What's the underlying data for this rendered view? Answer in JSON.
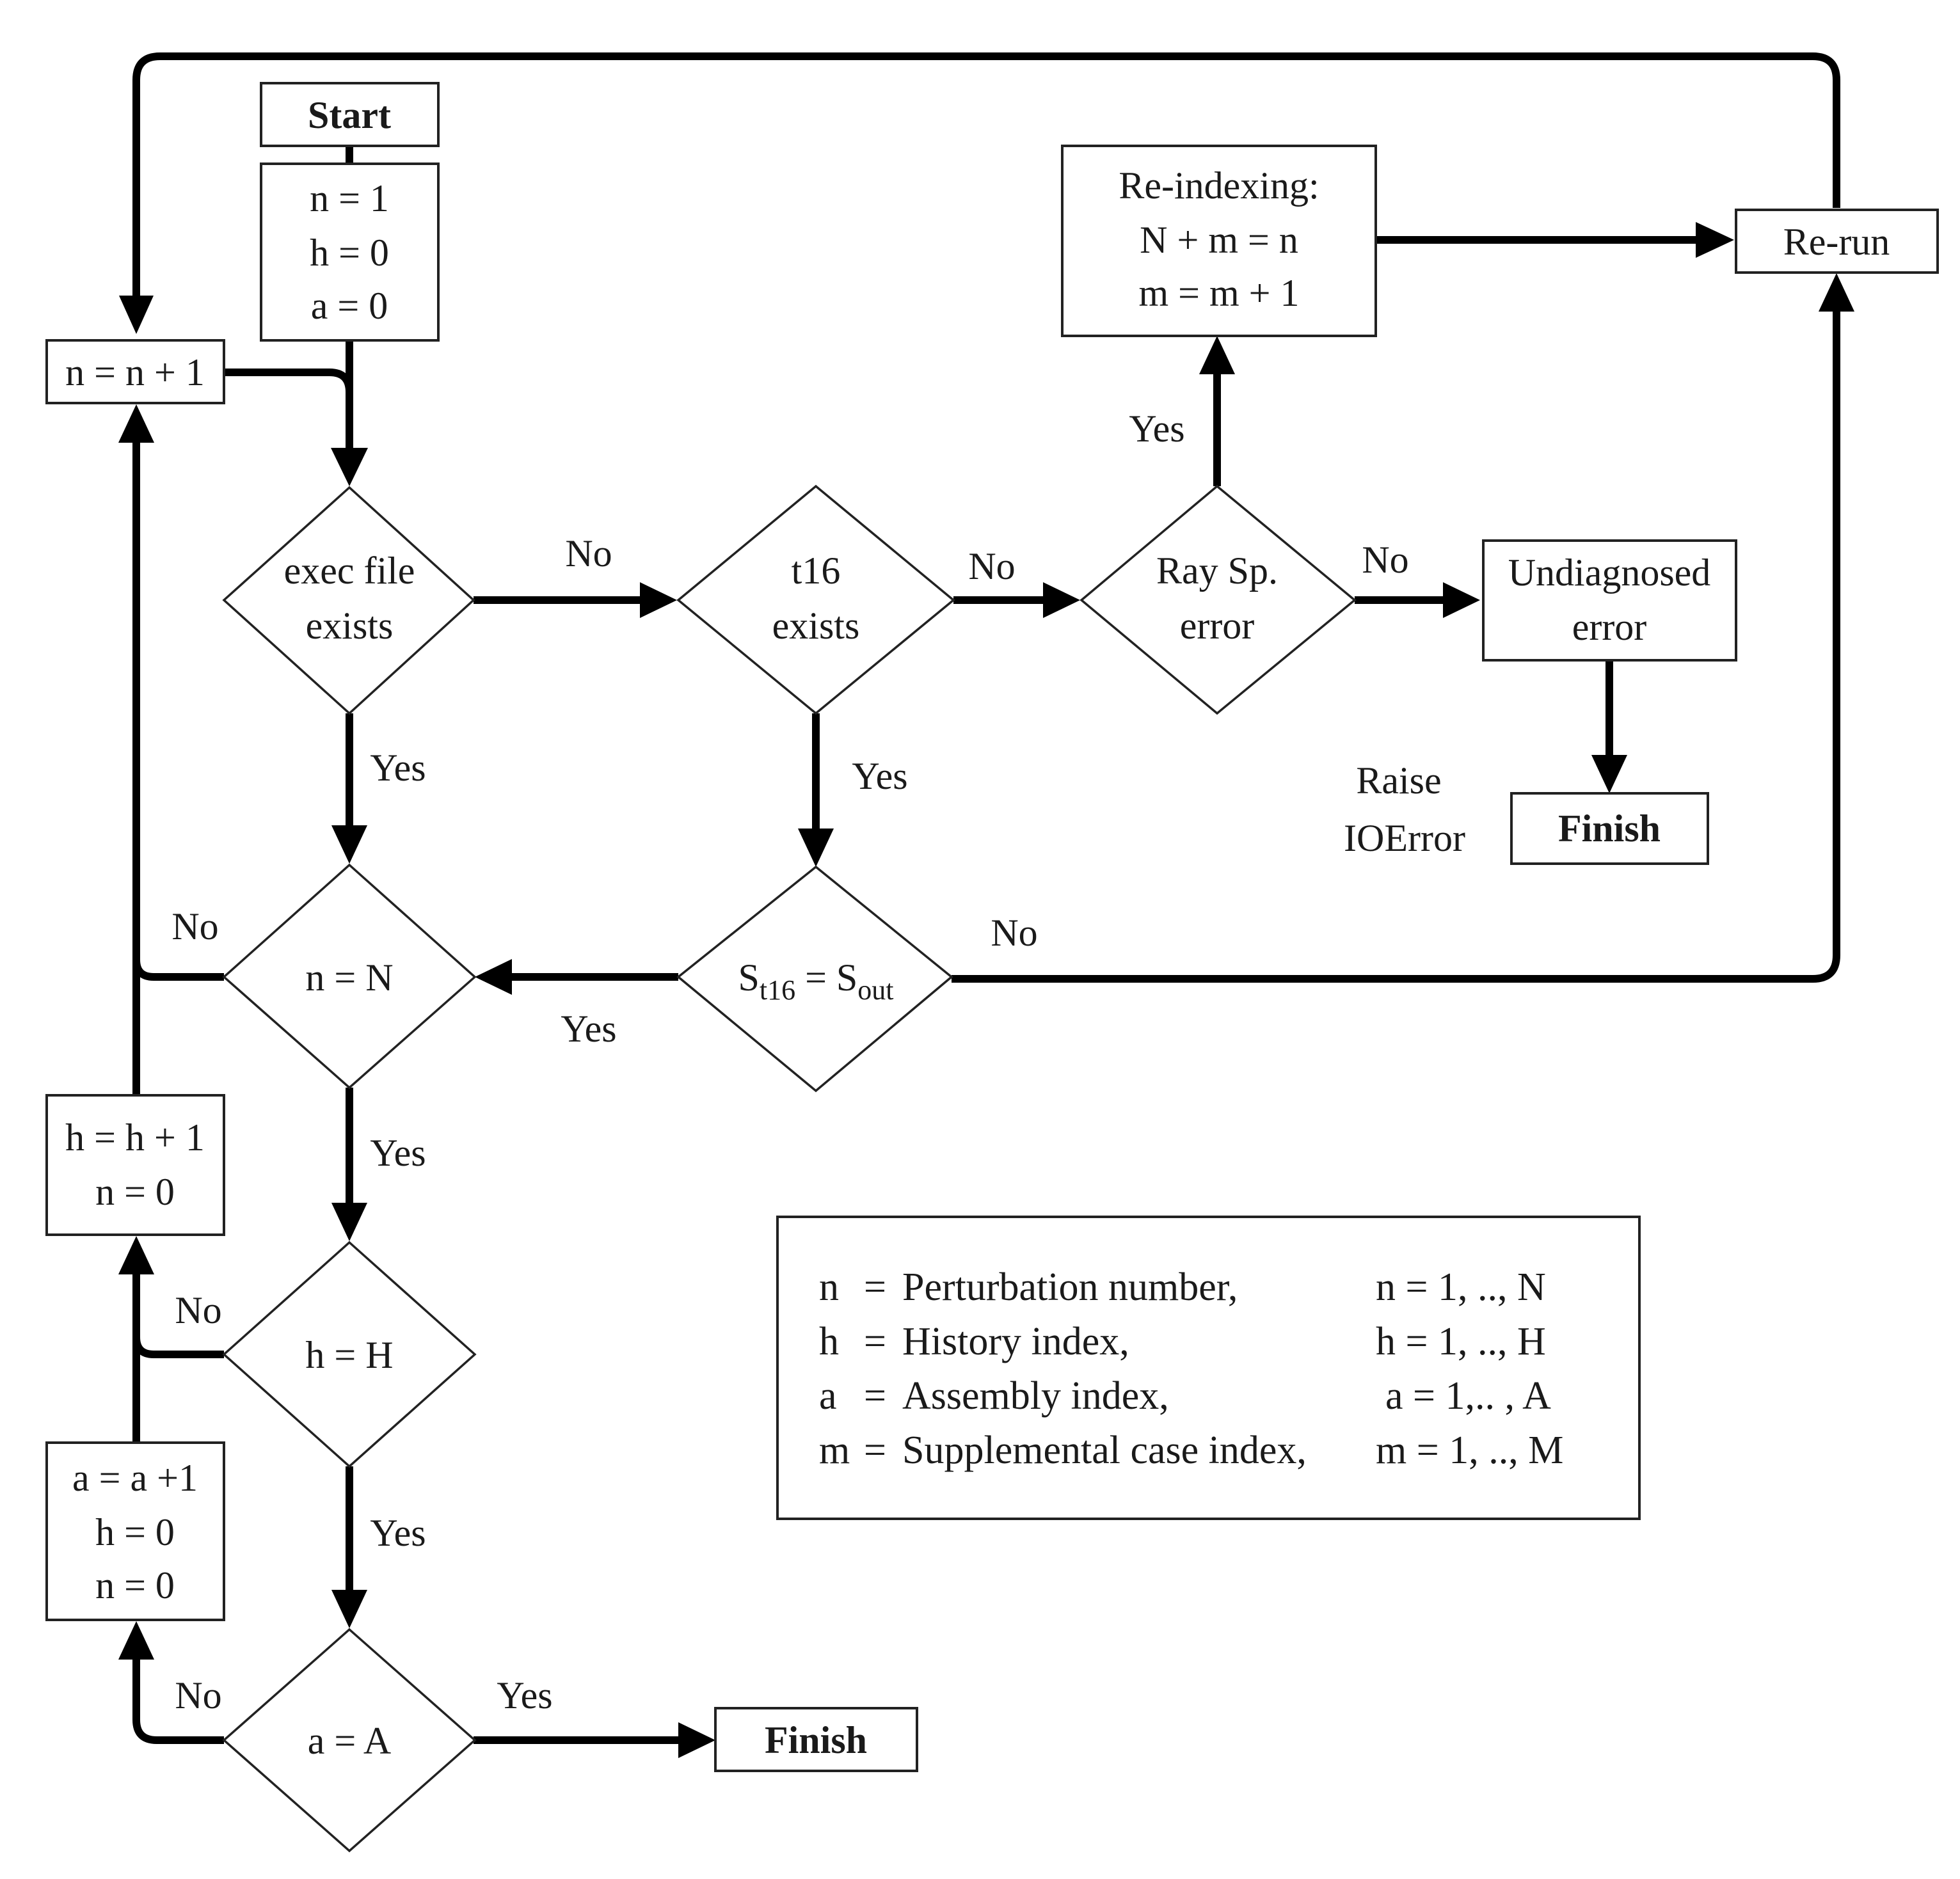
{
  "nodes": {
    "start": "Start",
    "init": [
      "n = 1",
      "h = 0",
      "a = 0"
    ],
    "inc_n": "n = n + 1",
    "exec_exists": [
      "exec file",
      "exists"
    ],
    "t16_exists": [
      "t16",
      "exists"
    ],
    "ray_error": [
      "Ray Sp.",
      "error"
    ],
    "undiagnosed": [
      "Undiagnosed",
      "error"
    ],
    "reindex": [
      "Re-indexing:",
      "N + m = n",
      "m = m + 1"
    ],
    "rerun": "Re-run",
    "raise": [
      "Raise",
      "IOError"
    ],
    "finish_top": "Finish",
    "n_eq_N": "n = N",
    "s_eq": {
      "base1": "S",
      "sub1": "t16",
      "mid": " = S",
      "sub2": "out"
    },
    "inc_h": [
      "h = h + 1",
      "n = 0"
    ],
    "h_eq_H": "h = H",
    "inc_a": [
      "a = a +1",
      "h = 0",
      "n = 0"
    ],
    "a_eq_A": "a = A",
    "finish_bottom": "Finish"
  },
  "edge_labels": {
    "exec_no": "No",
    "t16_no": "No",
    "ray_no": "No",
    "ray_yes": "Yes",
    "exec_yes": "Yes",
    "t16_yes": "Yes",
    "s_no": "No",
    "s_yes": "Yes",
    "nN_no": "No",
    "nN_yes": "Yes",
    "hH_no": "No",
    "hH_yes": "Yes",
    "aA_no": "No",
    "aA_yes": "Yes"
  },
  "legend": [
    {
      "sym": "n",
      "eq": "=",
      "desc": "Perturbation number,",
      "range": "n = 1, .., N"
    },
    {
      "sym": "h",
      "eq": "=",
      "desc": "History index,",
      "range": "h = 1, .., H"
    },
    {
      "sym": "a",
      "eq": "=",
      "desc": "Assembly index,",
      "range": "a = 1,.. , A"
    },
    {
      "sym": "m",
      "eq": "=",
      "desc": "Supplemental case index,",
      "range": "m = 1, .., M"
    }
  ]
}
